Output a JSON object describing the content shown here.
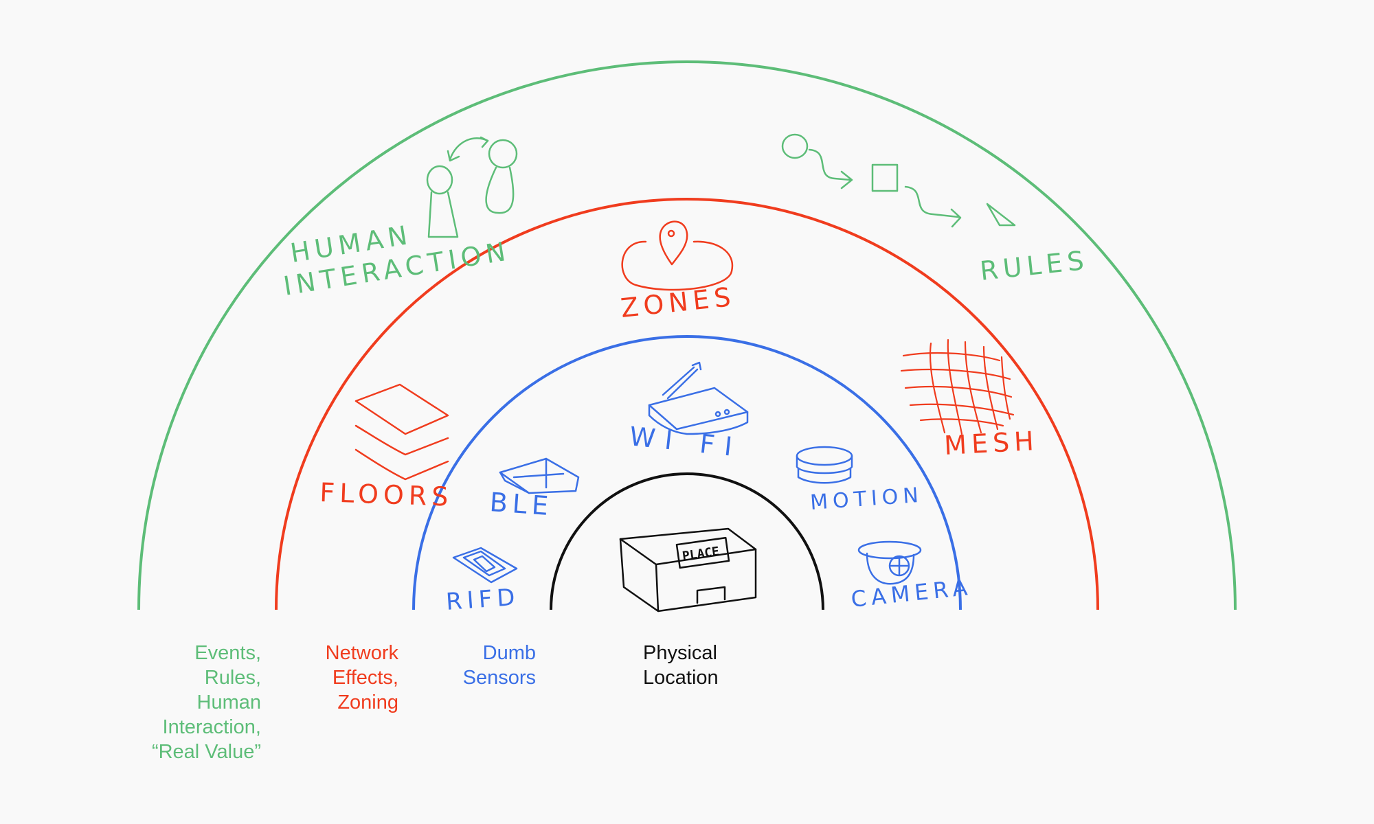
{
  "colors": {
    "green": "#5dbd78",
    "red": "#f03c1e",
    "blue": "#3a6fe6",
    "black": "#111111"
  },
  "rings": [
    {
      "name": "physical-location",
      "color": "#111111"
    },
    {
      "name": "dumb-sensors",
      "color": "#3a6fe6"
    },
    {
      "name": "network-effects",
      "color": "#f03c1e"
    },
    {
      "name": "events-rules",
      "color": "#5dbd78"
    }
  ],
  "labels": {
    "human_interaction_line1": "HUMAN",
    "human_interaction_line2": "INTERACTION",
    "rules": "RULES",
    "zones": "ZONES",
    "floors": "FLOORS",
    "mesh": "MESH",
    "wifi": "WI FI",
    "ble": "BLE",
    "motion": "MOTION",
    "rifd": "RIFD",
    "camera": "CAMERA",
    "place": "PLACE"
  },
  "icons": [
    {
      "name": "people-exchange-icon"
    },
    {
      "name": "rules-flow-icon"
    },
    {
      "name": "zone-pin-icon"
    },
    {
      "name": "floors-layers-icon"
    },
    {
      "name": "mesh-grid-icon"
    },
    {
      "name": "wifi-router-icon"
    },
    {
      "name": "ble-beacon-icon"
    },
    {
      "name": "motion-sensor-icon"
    },
    {
      "name": "rfid-tag-icon"
    },
    {
      "name": "camera-icon"
    },
    {
      "name": "building-icon"
    }
  ],
  "legend": {
    "events": "Events,\nRules,\nHuman\nInteraction,\n“Real Value”",
    "network": "Network\nEffects,\nZoning",
    "sensors": "Dumb\nSensors",
    "physical": "Physical\nLocation"
  }
}
